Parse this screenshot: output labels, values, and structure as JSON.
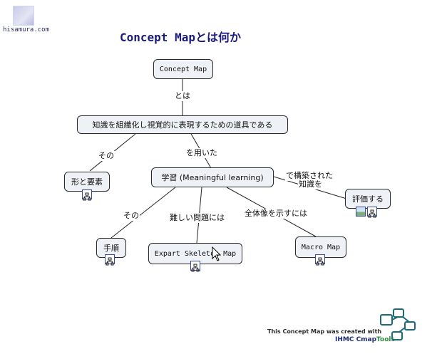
{
  "logo": {
    "text": "hisamura.com"
  },
  "page_title": "Concept Mapとは何か",
  "concepts": {
    "concept_map": "Concept Map",
    "tool_definition": "知識を組織化し視覚的に表現するための道具である",
    "shape_elements": "形と要素",
    "learning": "学習 (Meaningful learning)",
    "procedure": "手順",
    "expert_skeleton": "Expart Skeleton Map",
    "macro_map": "Macro Map",
    "evaluate": "評価する"
  },
  "links": {
    "towa": "とは",
    "sono1": "その",
    "wo_mochiita": "を用いた",
    "de_kouchiku_1": "で構築された",
    "de_kouchiku_2": "知識を",
    "sono2": "その",
    "muzukashii": "難しい問題には",
    "zentaizou": "全体像を示すには"
  },
  "credit": {
    "line1": "This Concept Map was created with",
    "line2_a": "IHMC Cmap",
    "line2_b": "Tools"
  },
  "icons": [
    "sub-map-icon",
    "image-resource-icon",
    "cmaptools-logo-icon",
    "mouse-cursor-icon"
  ]
}
